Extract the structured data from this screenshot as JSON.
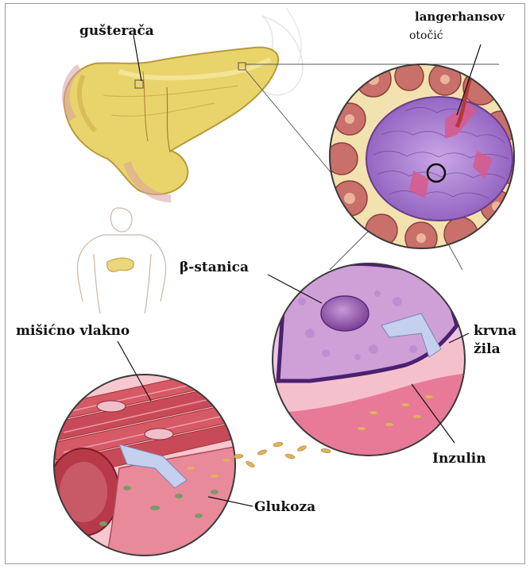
{
  "labels": {
    "pancreas": "gušterača",
    "islet_line1": "langerhansov",
    "islet_line2": "otočić",
    "beta_cell": "β-stanica",
    "muscle_fiber": "mišićno vlakno",
    "blood_vessel_line1": "krvna",
    "blood_vessel_line2": "žila",
    "insulin": "Inzulin",
    "glucose": "Glukoza"
  },
  "colors": {
    "pancreas_fill": "#e8d36a",
    "islet_cells": "#b58ad6",
    "acini": "#c9706a",
    "cell_membrane": "#5a2a7a",
    "muscle": "#c8505a",
    "vessel": "#d98a9a",
    "glucose_granules": "#7a9a6a",
    "insulin_granules": "#d8b06a",
    "arrow": "#b8c4e0"
  }
}
